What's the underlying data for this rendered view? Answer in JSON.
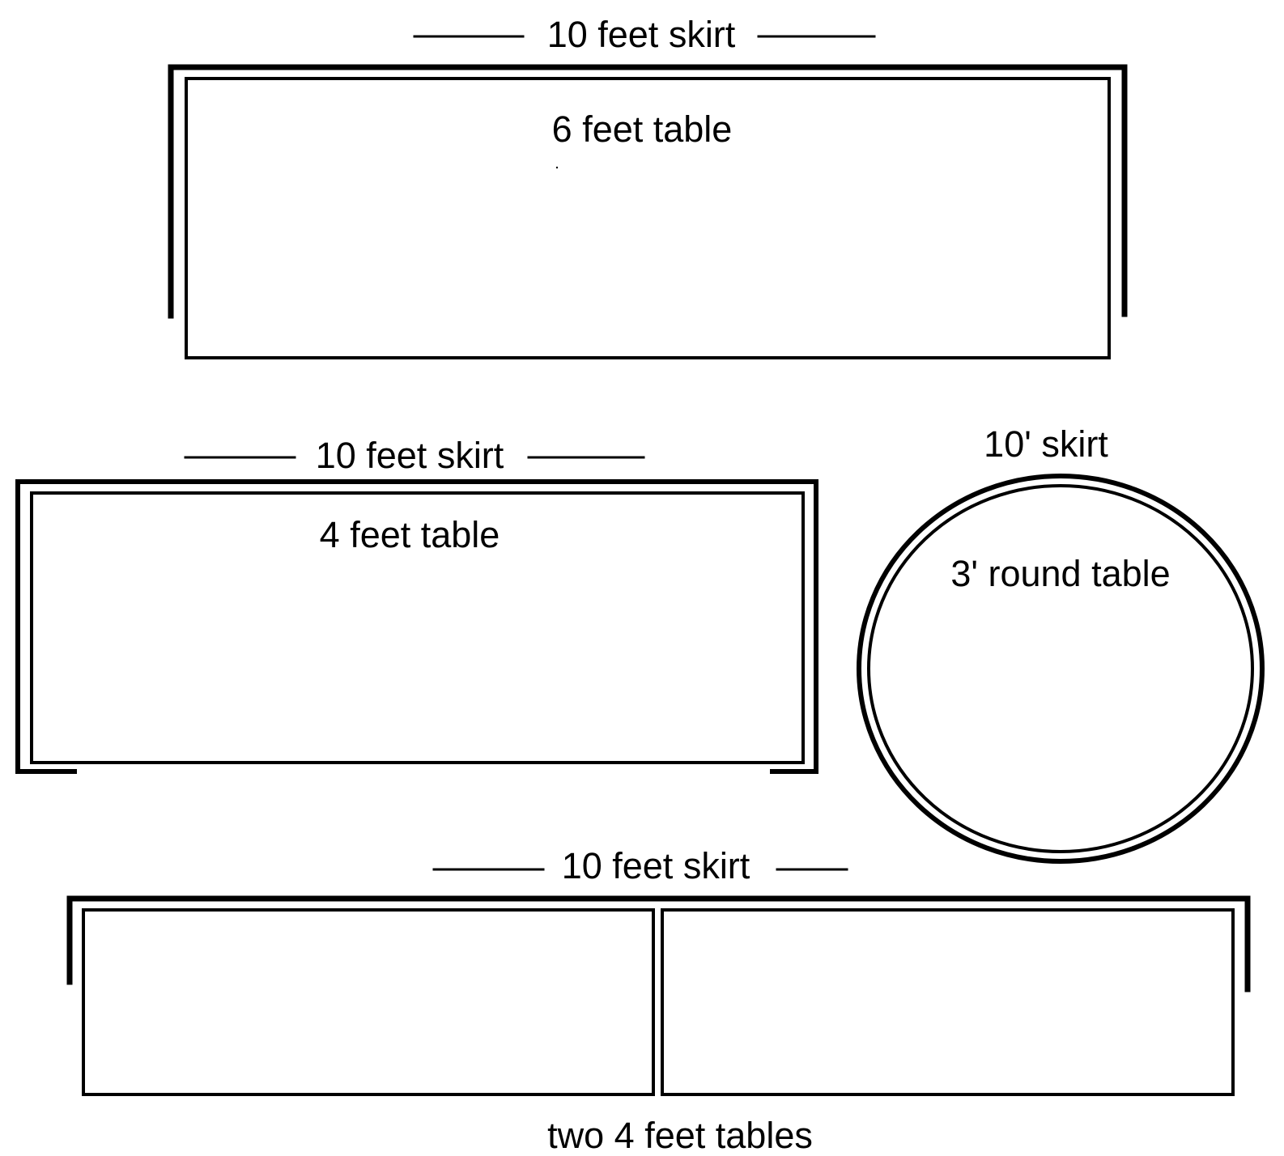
{
  "colors": {
    "background": "#ffffff",
    "line": "#000000"
  },
  "labels": {
    "top_skirt": "10 feet skirt",
    "top_table": "6 feet table",
    "middle_skirt": "10 feet skirt",
    "middle_table": "4 feet table",
    "round_skirt": "10' skirt",
    "round_table": "3' round table",
    "bottom_skirt": "10 feet skirt",
    "bottom_tables": "two 4 feet tables"
  }
}
